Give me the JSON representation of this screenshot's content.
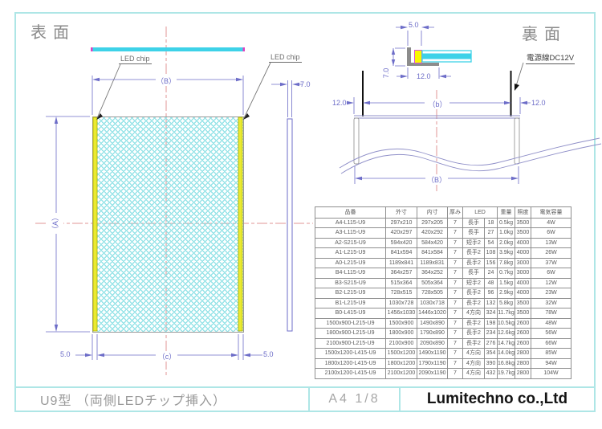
{
  "front_view": {
    "title": "表面",
    "led_chip_left": "LED chip",
    "led_chip_right": "LED chip",
    "dims": {
      "width_top": "（B）",
      "height_left": "（A）",
      "inner_width_bottom": "（c）",
      "margin_left": "5.0",
      "margin_right": "5.0",
      "thickness": "7.0"
    }
  },
  "back_view": {
    "title": "裏面",
    "power_line": "電源線DC12V",
    "section_dims": {
      "edge_width": "5.0",
      "edge_height": "7.0",
      "bracket_depth": "12.0"
    },
    "dims": {
      "offset_left": "12.0",
      "offset_right": "12.0",
      "cable_span": "（b）",
      "total_width": "（B）"
    }
  },
  "spec_table": {
    "headers": [
      "品番",
      "外寸",
      "内寸",
      "厚み",
      "LED",
      "重量",
      "照度",
      "電気容量"
    ],
    "rows": [
      [
        "A4-L115-U9",
        "297x210",
        "297x205",
        "7",
        "長手",
        "18",
        "0.5kg",
        "3500",
        "4W"
      ],
      [
        "A3-L115-U9",
        "420x297",
        "420x292",
        "7",
        "長手",
        "27",
        "1.0kg",
        "3500",
        "6W"
      ],
      [
        "A2-S215-U9",
        "594x420",
        "584x420",
        "7",
        "短手2",
        "54",
        "2.0kg",
        "4000",
        "13W"
      ],
      [
        "A1-L215-U9",
        "841x594",
        "841x584",
        "7",
        "長手2",
        "108",
        "3.9kg",
        "4000",
        "26W"
      ],
      [
        "A0-L215-U9",
        "1189x841",
        "1189x831",
        "7",
        "長手2",
        "156",
        "7.8kg",
        "3000",
        "37W"
      ],
      [
        "B4-L115-U9",
        "364x257",
        "364x252",
        "7",
        "長手",
        "24",
        "0.7kg",
        "3000",
        "6W"
      ],
      [
        "B3-S215-U9",
        "515x364",
        "505x364",
        "7",
        "短手2",
        "48",
        "1.5kg",
        "4000",
        "12W"
      ],
      [
        "B2-L215-U9",
        "728x515",
        "728x505",
        "7",
        "長手2",
        "96",
        "2.9kg",
        "4000",
        "23W"
      ],
      [
        "B1-L215-U9",
        "1030x728",
        "1030x718",
        "7",
        "長手2",
        "132",
        "5.8kg",
        "3500",
        "32W"
      ],
      [
        "B0-L415-U9",
        "1456x1030",
        "1446x1020",
        "7",
        "4方向",
        "324",
        "11.7kg",
        "3500",
        "78W"
      ],
      [
        "1500x900-L215-U9",
        "1500x900",
        "1490x890",
        "7",
        "長手2",
        "198",
        "10.5kg",
        "2600",
        "48W"
      ],
      [
        "1800x900-L215-U9",
        "1800x900",
        "1790x890",
        "7",
        "長手2",
        "234",
        "12.6kg",
        "2600",
        "56W"
      ],
      [
        "2100x900-L215-U9",
        "2100x900",
        "2090x890",
        "7",
        "長手2",
        "276",
        "14.7kg",
        "2600",
        "66W"
      ],
      [
        "1500x1200-L415-U9",
        "1500x1200",
        "1490x1190",
        "7",
        "4方向",
        "354",
        "14.0kg",
        "2800",
        "85W"
      ],
      [
        "1800x1200-L415-U9",
        "1800x1200",
        "1790x1190",
        "7",
        "4方向",
        "390",
        "16.8kg",
        "2800",
        "94W"
      ],
      [
        "2100x1200-L415-U9",
        "2100x1200",
        "2090x1190",
        "7",
        "4方向",
        "432",
        "19.7kg",
        "2800",
        "104W"
      ]
    ]
  },
  "title_block": {
    "model": "U9型 （両側LEDチップ挿入）",
    "sheet": "A4 1/8",
    "company": "Lumitechno co.,Ltd"
  },
  "colors": {
    "frame": "#aee6e6",
    "dimension": "#6d6dc8",
    "centerline": "#e09494",
    "panel_mesh": "#86dfe4",
    "led_strip": "#eaea30",
    "panel_edge": "#3ed2e8",
    "led_chip": "#f8f800"
  }
}
